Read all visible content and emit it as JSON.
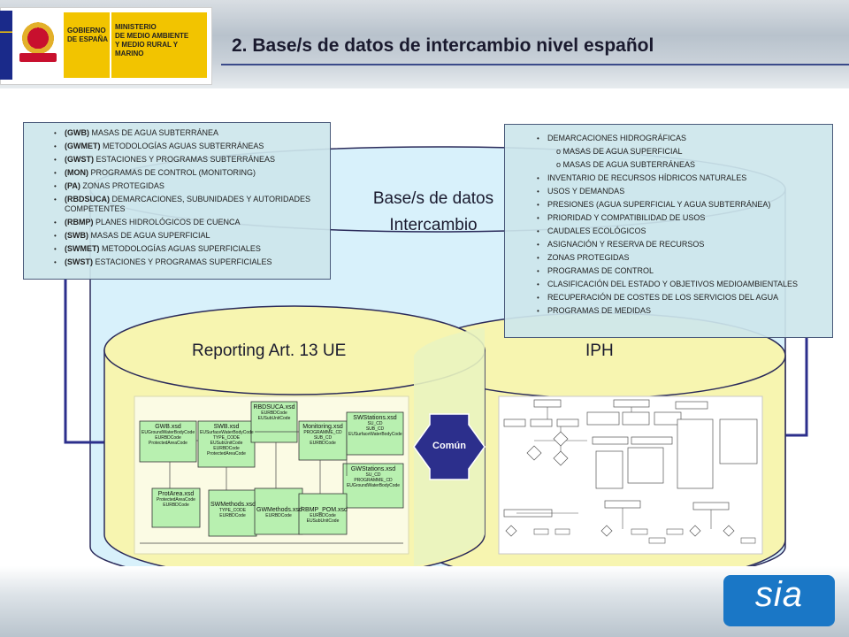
{
  "header": {
    "logo_gov_lines": [
      "GOBIERNO",
      "DE ESPAÑA"
    ],
    "logo_min_lines": [
      "MINISTERIO",
      "DE MEDIO AMBIENTE",
      "Y MEDIO RURAL Y MARINO"
    ],
    "title": "2. Base/s de datos de intercambio nivel español"
  },
  "left_panel": {
    "items": [
      {
        "code": "(GWB)",
        "text": " MASAS DE AGUA SUBTERRÁNEA"
      },
      {
        "code": "(GWMET)",
        "text": " METODOLOGÍAS AGUAS SUBTERRÁNEAS"
      },
      {
        "code": "(GWST)",
        "text": " ESTACIONES Y PROGRAMAS SUBTERRÁNEAS"
      },
      {
        "code": "(MON)",
        "text": " PROGRAMAS DE CONTROL (MONITORING)"
      },
      {
        "code": "(PA)",
        "text": " ZONAS PROTEGIDAS"
      },
      {
        "code": "(RBDSUCA)",
        "text": " DEMARCACIONES, SUBUNIDADES Y AUTORIDADES COMPETENTES"
      },
      {
        "code": "(RBMP)",
        "text": " PLANES HIDROLÓGICOS DE CUENCA"
      },
      {
        "code": "(SWB)",
        "text": " MASAS DE AGUA SUPERFICIAL"
      },
      {
        "code": "(SWMET)",
        "text": " METODOLOGÍAS AGUAS SUPERFICIALES"
      },
      {
        "code": "(SWST)",
        "text": " ESTACIONES Y PROGRAMAS SUPERFICIALES"
      }
    ]
  },
  "right_panel": {
    "items": [
      {
        "text": "DEMARCACIONES HIDROGRÁFICAS",
        "sub": false
      },
      {
        "text": "o MASAS DE AGUA SUPERFICIAL",
        "sub": true
      },
      {
        "text": "o MASAS DE AGUA SUBTERRÁNEAS",
        "sub": true
      },
      {
        "text": "INVENTARIO DE RECURSOS HÍDRICOS NATURALES",
        "sub": false
      },
      {
        "text": "USOS Y DEMANDAS",
        "sub": false
      },
      {
        "text": "PRESIONES (AGUA SUPERFICIAL Y AGUA SUBTERRÁNEA)",
        "sub": false
      },
      {
        "text": "PRIORIDAD Y COMPATIBILIDAD DE USOS",
        "sub": false
      },
      {
        "text": "CAUDALES ECOLÓGICOS",
        "sub": false
      },
      {
        "text": "ASIGNACIÓN Y RESERVA DE RECURSOS",
        "sub": false
      },
      {
        "text": "ZONAS PROTEGIDAS",
        "sub": false
      },
      {
        "text": "PROGRAMAS DE CONTROL",
        "sub": false
      },
      {
        "text": "CLASIFICACIÓN DEL ESTADO Y OBJETIVOS MEDIOAMBIENTALES",
        "sub": false
      },
      {
        "text": "RECUPERACIÓN DE COSTES DE LOS SERVICIOS DEL AGUA",
        "sub": false
      },
      {
        "text": "PROGRAMAS DE MEDIDAS",
        "sub": false
      }
    ]
  },
  "center": {
    "line1": "Base/s de datos",
    "line2": "Intercambio"
  },
  "cylinders": {
    "left_label": "Reporting Art. 13 UE",
    "right_label": "IPH",
    "common_label": "Común"
  },
  "schema_files": {
    "gwb": {
      "name": "GWB.xsd",
      "fields": [
        "EUGroundWaterBodyCode",
        "EURBDCode",
        "ProtectedAreaCode"
      ]
    },
    "swb": {
      "name": "SWB.xsd",
      "fields": [
        "EUSurfaceWaterBodyCode",
        "TYPE_CODE",
        "EUSubUnitCode",
        "EURBDCode",
        "ProtectedAreaCode"
      ]
    },
    "rbdsuca": {
      "name": "RBDSUCA.xsd",
      "fields": [
        "EURBDCode",
        "EUSubUnitCode"
      ]
    },
    "monitoring": {
      "name": "Monitoring.xsd",
      "fields": [
        "PROGRAMME_CD",
        "SUB_CD",
        "EURBDCode"
      ]
    },
    "swstations": {
      "name": "SWStations.xsd",
      "fields": [
        "SU_CD",
        "SUB_CD",
        "EUSurfaceWaterBodyCode"
      ]
    },
    "gwstations": {
      "name": "GWStations.xsd",
      "fields": [
        "SU_CD",
        "PROGRAMME_CD",
        "EUGroundWaterBodyCode"
      ]
    },
    "protarea": {
      "name": "ProtArea.xsd",
      "fields": [
        "ProtectedAreaCode",
        "EURBDCode"
      ]
    },
    "swmethods": {
      "name": "SWMethods.xsd",
      "fields": [
        "TYPE_CODE",
        "EURBDCode"
      ]
    },
    "gwmethods": {
      "name": "GWMethods.xsd",
      "fields": [
        "EURBDCode"
      ]
    },
    "rbmp": {
      "name": "RBMP_POM.xsd",
      "fields": [
        "EURBDCode",
        "EUSubUnitCode"
      ]
    }
  },
  "footer": {
    "logo_text": "sia"
  },
  "colors": {
    "big_cylinder": "#d8f1fb",
    "yellow_cylinder": "#f7f5b0",
    "connector": "#2c2f8c",
    "comun_arrow": "#2c2f8c"
  }
}
